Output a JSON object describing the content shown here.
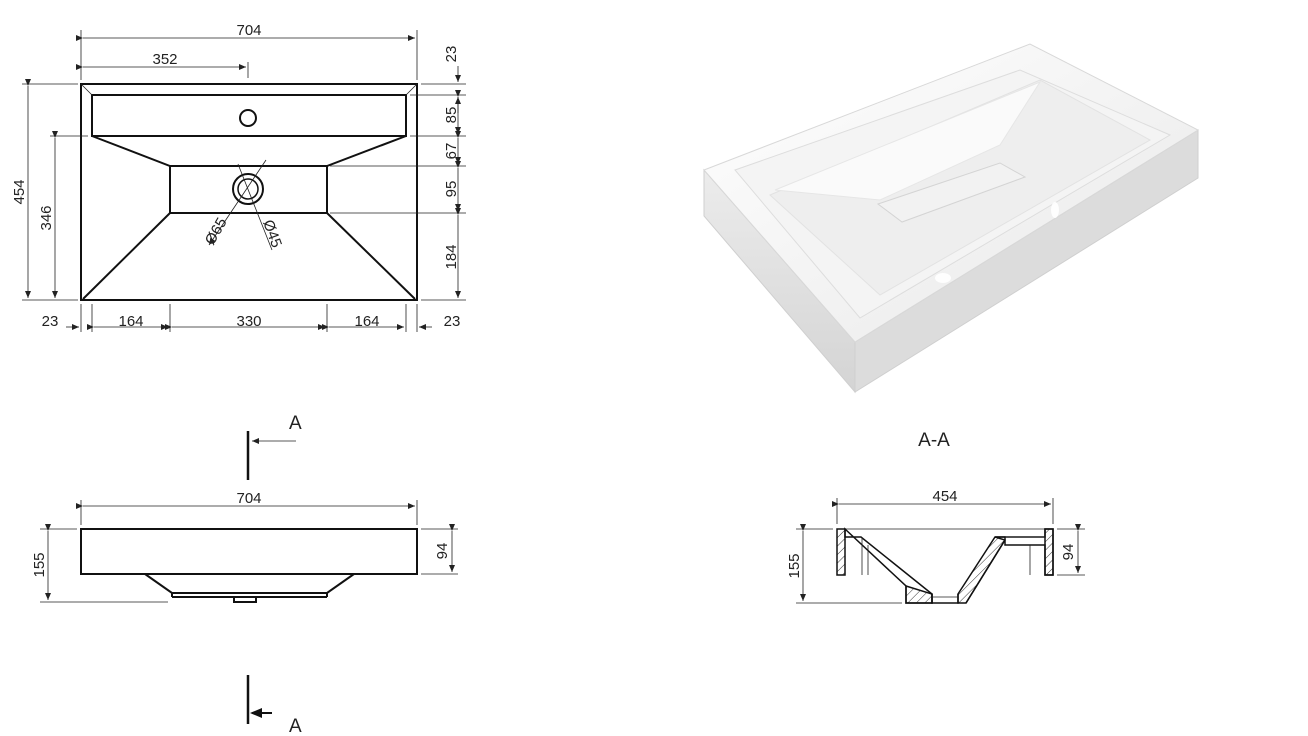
{
  "top_view": {
    "width_total": "704",
    "width_half": "352",
    "height_total": "454",
    "height_inner": "346",
    "hole_outer_dia": "Ø65",
    "hole_inner_dia": "Ø45",
    "bottom_dims": [
      "23",
      "164",
      "330",
      "164",
      "23"
    ],
    "right_dims": [
      "23",
      "85",
      "67",
      "95",
      "184"
    ]
  },
  "front_view": {
    "width": "704",
    "height": "155",
    "rim_height": "94",
    "section_marker": "A"
  },
  "section_view": {
    "title": "A-A",
    "width": "454",
    "height": "155",
    "rim_height": "94"
  },
  "colors": {
    "line": "#111111",
    "hatch": "#333333",
    "background": "#ffffff"
  }
}
